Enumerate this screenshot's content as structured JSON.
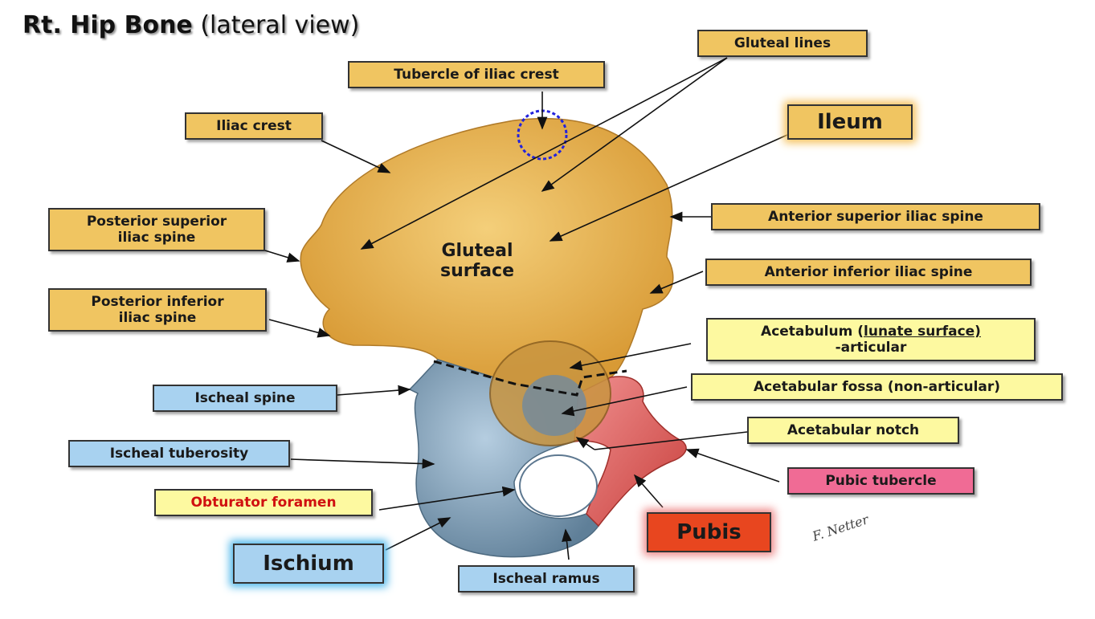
{
  "title": {
    "main": "Rt. Hip Bone",
    "sub": "(lateral view)"
  },
  "surface_label": {
    "line1": "Gluteal",
    "line2": "surface"
  },
  "labels": {
    "gluteal_lines": "Gluteal lines",
    "tubercle_iliac_crest": "Tubercle of iliac crest",
    "ileum": "Ileum",
    "iliac_crest": "Iliac crest",
    "posterior_superior_iliac_spine": [
      "Posterior superior",
      "iliac spine"
    ],
    "anterior_superior_iliac_spine": "Anterior superior iliac spine",
    "anterior_inferior_iliac_spine": "Anterior inferior iliac spine",
    "posterior_inferior_iliac_spine": [
      "Posterior inferior",
      "iliac spine"
    ],
    "acetabulum": {
      "prefix": "Acetabulum (",
      "underlined": "lunate surface)",
      "line2": "-articular"
    },
    "ischeal_spine": "Ischeal spine",
    "acetabular_fossa": "Acetabular fossa (non-articular)",
    "acetabular_notch": "Acetabular notch",
    "ischeal_tuberosity": "Ischeal tuberosity",
    "pubic_tubercle": "Pubic tubercle",
    "obturator_foramen": "Obturator foramen",
    "pubis": "Pubis",
    "ischium": "Ischium",
    "ischeal_ramus": "Ischeal ramus"
  },
  "signature": "F. Netter",
  "colors": {
    "ilium": "#e8b450",
    "ischium": "#7e9cb4",
    "pubis": "#e0605e",
    "highlight_circle": "#2222dd",
    "obturator_text": "#d01010"
  }
}
